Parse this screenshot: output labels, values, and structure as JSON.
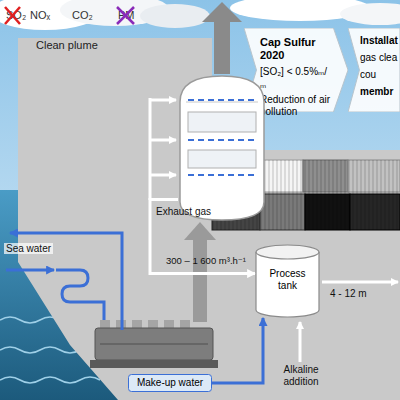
{
  "diagram": {
    "nodes": [
      {
        "text": [
          "Cap Sulfur 2020",
          "[SO₂] < 0.5%ₘ/ₘ",
          "Reduction of air pollution"
        ]
      },
      {
        "text": [
          "Installat",
          "gas clea",
          "cou",
          "membr"
        ]
      },
      {
        "text": [
          "Exhaust gas"
        ]
      },
      {
        "text": [
          "Process tank"
        ]
      },
      {
        "text": [
          "Make-up water"
        ]
      }
    ],
    "edges": [
      {
        "from": 2,
        "to": 3,
        "label": "300 – 1 600 m³.h⁻¹",
        "arrow": "to"
      },
      {
        "from": 4,
        "to": 3,
        "arrow": "to"
      }
    ],
    "labels": [
      "SO₂",
      "NOₓ",
      "CO₂",
      "PM",
      "Clean plume",
      "Sea water",
      "4 - 12 m",
      "Alkaline addition"
    ]
  }
}
